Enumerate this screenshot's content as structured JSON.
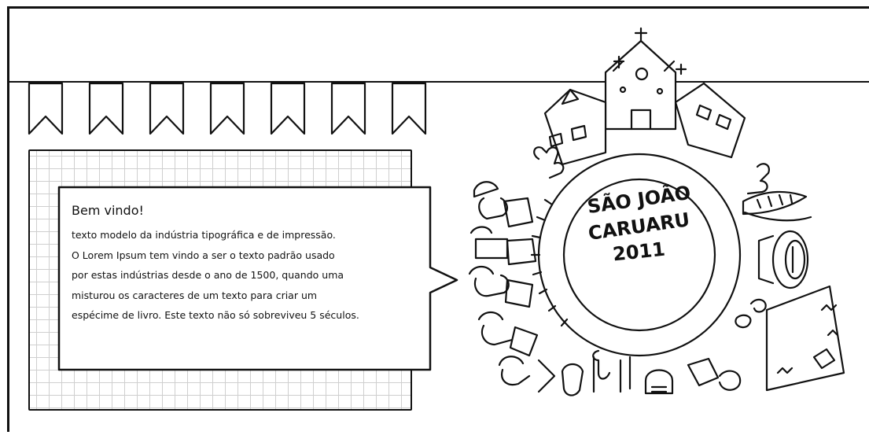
{
  "welcome": {
    "title": "Bem vindo!",
    "lines": [
      "texto modelo da indústria tipográfica e de  impressão.",
      "O Lorem Ipsum tem vindo a ser o texto padrão usado",
      "por estas indústrias desde o ano de 1500, quando uma",
      "misturou os caracteres de um texto para criar um",
      "espécime de livro. Este texto não só sobreviveu 5 séculos."
    ]
  },
  "emblem": {
    "line1": "SÃO JOÃO",
    "line2": "CARUARU",
    "line3": "2011"
  },
  "icons": {
    "bunting": "bunting-flag-icon",
    "church": "church-icon",
    "houses": "house-icon",
    "cactus": "cactus-icon",
    "corn": "corn-icon",
    "drum": "drum-icon",
    "kite": "kite-icon",
    "dancers": "dancer-icon"
  },
  "colors": {
    "ink": "#111111",
    "grid": "#cfcfcf",
    "paper": "#ffffff"
  }
}
